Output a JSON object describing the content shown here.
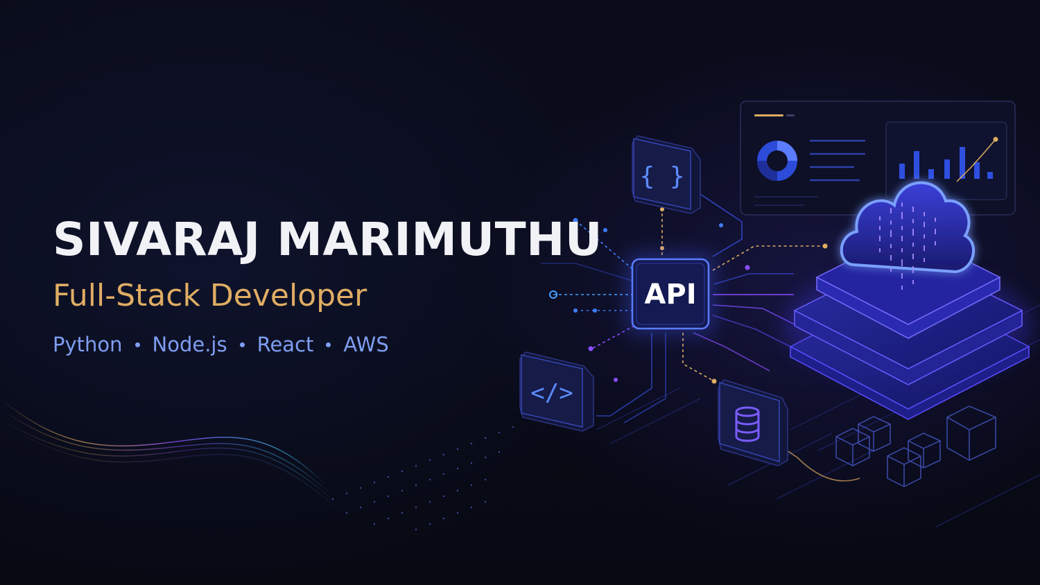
{
  "hero": {
    "name": "SIVARAJ MARIMUTHU",
    "role": "Full-Stack Developer",
    "skills": [
      "Python",
      "Node.js",
      "React",
      "AWS"
    ]
  },
  "illustration": {
    "hub_label": "API",
    "icons": [
      "braces-icon",
      "code-tag-icon",
      "database-icon",
      "cloud-icon",
      "donut-chart-icon",
      "bar-chart-icon",
      "cube-icon"
    ]
  },
  "colors": {
    "background": "#080a16",
    "name": "#f1f2f6",
    "role": "#e0ad63",
    "skills": "#7f9ef2",
    "accent_blue": "#3f5bff",
    "accent_purple": "#8b4dff",
    "accent_gold": "#e0ad63"
  }
}
